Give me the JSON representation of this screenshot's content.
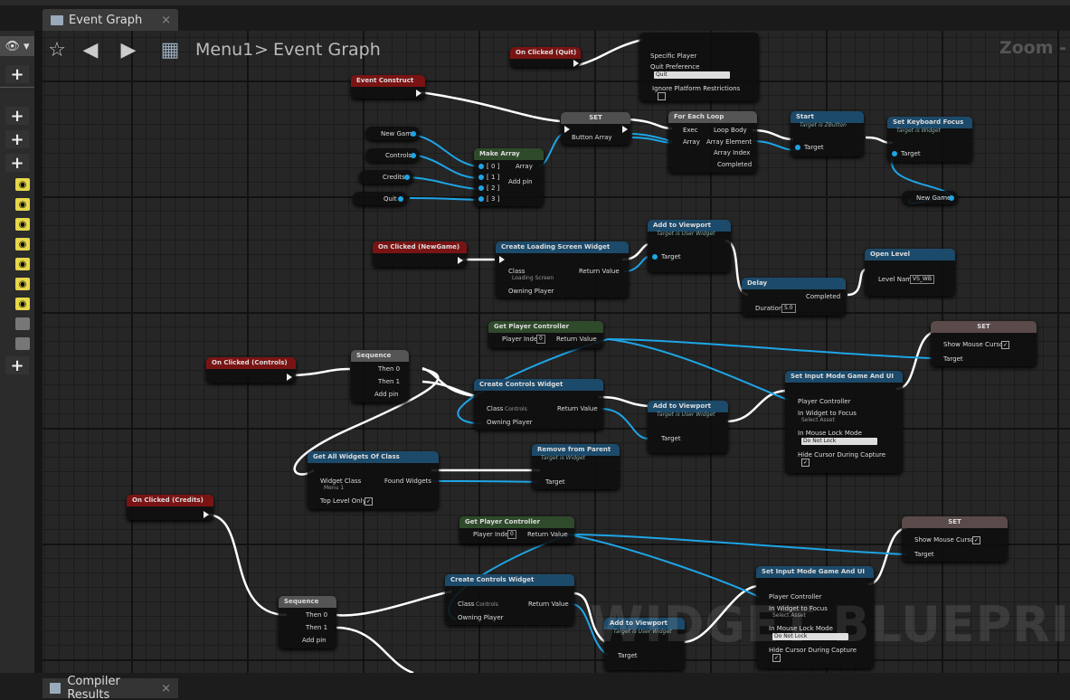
{
  "app": {
    "tab_label": "Event Graph",
    "tab_close": "×"
  },
  "breadcrumb": {
    "root": "Menu1",
    "separator": ">",
    "current": "Event Graph"
  },
  "zoom_label": "Zoom -",
  "left_panel": {
    "eye_label": "👁 ▾",
    "add": "+",
    "eye_glyph": "◉"
  },
  "watermark": "WIDGET BLUEPRINT",
  "bottom": {
    "tab_label": "Compiler Results",
    "tab_close": "×"
  },
  "colors": {
    "event_header": "#7a1414",
    "function_header": "#1c4a6a",
    "pure_header": "#2e4a2a",
    "set_header": "#5a5a5a",
    "wire_data": "#1ea5e6",
    "wire_exec": "#ffffff"
  },
  "nodes": {
    "quit": {
      "title": "On Clicked (Quit)",
      "specific_player": "Specific Player",
      "quit_pref": "Quit Preference",
      "quit_value": "Quit",
      "ignore_platform": "Ignore Platform Restrictions"
    },
    "construct": {
      "title": "Event Construct"
    },
    "vars": {
      "new_game": "New Game",
      "controls": "Controls",
      "credits": "Credits",
      "quit": "Quit"
    },
    "make_array": {
      "title": "Make Array",
      "p0": "[ 0 ]",
      "p1": "[ 1 ]",
      "p2": "[ 2 ]",
      "p3": "[ 3 ]",
      "array": "Array",
      "add_pin": "Add pin"
    },
    "set_array": {
      "title": "SET",
      "button_array": "Button Array"
    },
    "foreach": {
      "title": "For Each Loop",
      "exec": "Exec",
      "array": "Array",
      "loop_body": "Loop Body",
      "array_element": "Array Element",
      "array_index": "Array Index",
      "completed": "Completed"
    },
    "start": {
      "title": "Start",
      "subtitle": "Target is ZButton",
      "target": "Target"
    },
    "set_focus": {
      "title": "Set Keyboard Focus",
      "subtitle": "Target is Widget",
      "target": "Target"
    },
    "new_game_var": {
      "label": "New Game"
    },
    "clicked_newgame": {
      "title": "On Clicked (NewGame)"
    },
    "create_loading": {
      "title": "Create Loading Screen Widget",
      "class": "Class",
      "class_value": "Loading Screen",
      "return_value": "Return Value",
      "owning_player": "Owning Player"
    },
    "add_viewport1": {
      "title": "Add to Viewport",
      "subtitle": "Target is User Widget",
      "target": "Target"
    },
    "delay": {
      "title": "Delay",
      "duration": "Duration",
      "duration_value": "5.0",
      "completed": "Completed"
    },
    "open_level": {
      "title": "Open Level",
      "level_name": "Level Name",
      "level_value": "VS_WB"
    },
    "get_pc1": {
      "title": "Get Player Controller",
      "player_index": "Player Index",
      "index_value": "0",
      "return_value": "Return Value"
    },
    "set_mouse1": {
      "title": "SET",
      "show_mouse": "Show Mouse Cursor",
      "target": "Target"
    },
    "clicked_controls": {
      "title": "On Clicked (Controls)"
    },
    "sequence1": {
      "title": "Sequence",
      "then0": "Then 0",
      "then1": "Then 1",
      "add_pin": "Add pin"
    },
    "create_controls1": {
      "title": "Create Controls Widget",
      "class": "Class",
      "class_value": "Controls",
      "return_value": "Return Value",
      "owning_player": "Owning Player"
    },
    "add_viewport2": {
      "title": "Add to Viewport",
      "subtitle": "Target is User Widget",
      "target": "Target"
    },
    "set_input1": {
      "title": "Set Input Mode Game And UI",
      "player_controller": "Player Controller",
      "widget_focus": "In Widget to Focus",
      "select_asset": "Select Asset",
      "lock_mode": "In Mouse Lock Mode",
      "lock_value": "Do Not Lock",
      "hide_cursor": "Hide Cursor During Capture"
    },
    "get_all": {
      "title": "Get All Widgets Of Class",
      "widget_class": "Widget Class",
      "class_value": "Menu 1",
      "found": "Found Widgets",
      "top_level": "Top Level Only"
    },
    "remove_parent": {
      "title": "Remove from Parent",
      "subtitle": "Target is Widget",
      "target": "Target"
    },
    "clicked_credits": {
      "title": "On Clicked (Credits)"
    },
    "get_pc2": {
      "title": "Get Player Controller",
      "player_index": "Player Index",
      "index_value": "0",
      "return_value": "Return Value"
    },
    "set_mouse2": {
      "title": "SET",
      "show_mouse": "Show Mouse Cursor",
      "target": "Target"
    },
    "sequence2": {
      "title": "Sequence",
      "then0": "Then 0",
      "then1": "Then 1",
      "add_pin": "Add pin"
    },
    "create_controls2": {
      "title": "Create Controls Widget",
      "class": "Class",
      "class_value": "Controls",
      "return_value": "Return Value",
      "owning_player": "Owning Player"
    },
    "add_viewport3": {
      "title": "Add to Viewport",
      "subtitle": "Target is User Widget",
      "target": "Target"
    },
    "set_input2": {
      "title": "Set Input Mode Game And UI",
      "player_controller": "Player Controller",
      "widget_focus": "In Widget to Focus",
      "select_asset": "Select Asset",
      "lock_mode": "In Mouse Lock Mode",
      "lock_value": "Do Not Lock",
      "hide_cursor": "Hide Cursor During Capture"
    }
  }
}
